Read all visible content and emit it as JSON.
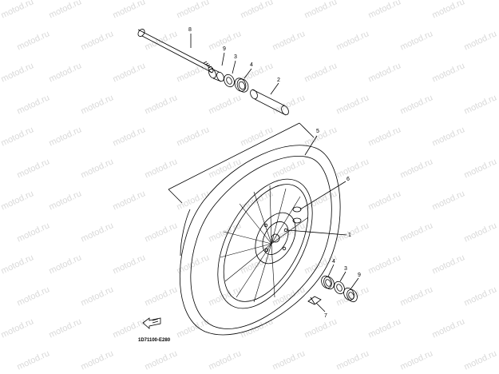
{
  "watermark": {
    "text": "motod.ru"
  },
  "callouts": {
    "axle": "8",
    "collar_top": "9",
    "oil_seal_top": "3",
    "bearing_top": "4",
    "spacer": "2",
    "tire": "5",
    "disc": "6",
    "wheel": "1",
    "bearing_bottom": "4",
    "oil_seal_bottom": "3",
    "collar_bottom": "9",
    "valve": "7"
  },
  "diagram_code": "1D71100-E280",
  "colors": {
    "line": "#000000",
    "watermark": "#d9d9d9"
  }
}
